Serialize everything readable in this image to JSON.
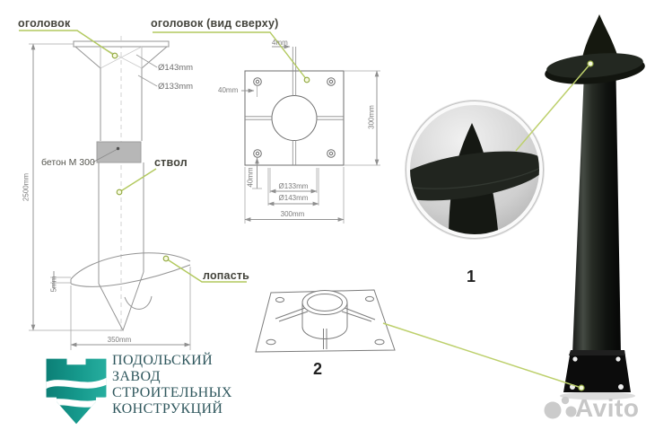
{
  "side_view": {
    "label_head": "оголовок",
    "dim_d143": "Ø143mm",
    "dim_d133": "Ø133mm",
    "label_concrete": "бетон М 300",
    "label_shaft": "ствол",
    "label_blade": "лопасть",
    "dim_height": "2500mm",
    "dim_blade_thickness": "5mm",
    "dim_blade_width": "350mm"
  },
  "top_view": {
    "title": "оголовок (вид сверху)",
    "dim_gusset": "4mm",
    "dim_hole_offset_top": "40mm",
    "dim_side_right": "300mm",
    "dim_hole_offset_bottom": "40mm",
    "dim_d133": "Ø133mm",
    "dim_d143": "Ø143mm",
    "dim_side_bottom": "300mm"
  },
  "callouts": {
    "tip_detail": "1",
    "base_detail": "2"
  },
  "logo": {
    "line1": "ПОДОЛЬСКИЙ",
    "line2": "ЗАВОД",
    "line3": "СТРОИТЕЛЬНЫХ",
    "line4": "КОНСТРУКЦИЙ"
  },
  "watermark": {
    "brand": "Avito"
  },
  "colors": {
    "leader_green": "#b2c95e",
    "logo_teal": "#149a8d",
    "logo_text": "#2f575d",
    "watermark_gray": "#c7c7c7",
    "concrete_band_gray": "#b7b7b7"
  }
}
